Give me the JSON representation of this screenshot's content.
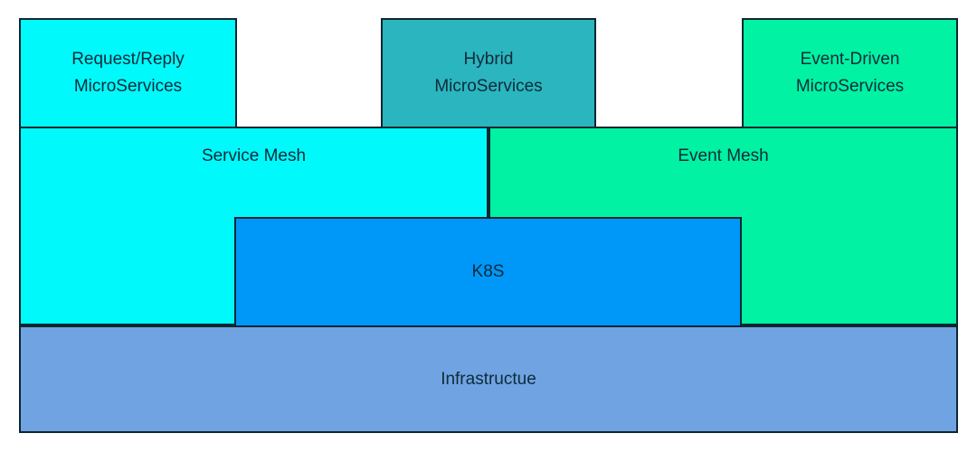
{
  "colors": {
    "cyan": "#00F9FB",
    "teal": "#2BB5BE",
    "green": "#00F2A2",
    "blue": "#0098F8",
    "periwinkle": "#70A3E2",
    "border": "#0E2630",
    "text": "#0D2B3A",
    "background": "#FFFFFF"
  },
  "diagram": {
    "top_row": [
      {
        "id": "request-reply-microservices",
        "label": "Request/Reply\nMicroServices"
      },
      {
        "id": "hybrid-microservices",
        "label": "Hybrid\nMicroServices"
      },
      {
        "id": "event-driven-microservices",
        "label": "Event-Driven\nMicroServices"
      }
    ],
    "mesh_row": {
      "service_mesh_label": "Service Mesh",
      "event_mesh_label": "Event Mesh"
    },
    "platform": {
      "k8s_label": "K8S"
    },
    "base": {
      "infrastructure_label": "Infrastructue"
    }
  }
}
